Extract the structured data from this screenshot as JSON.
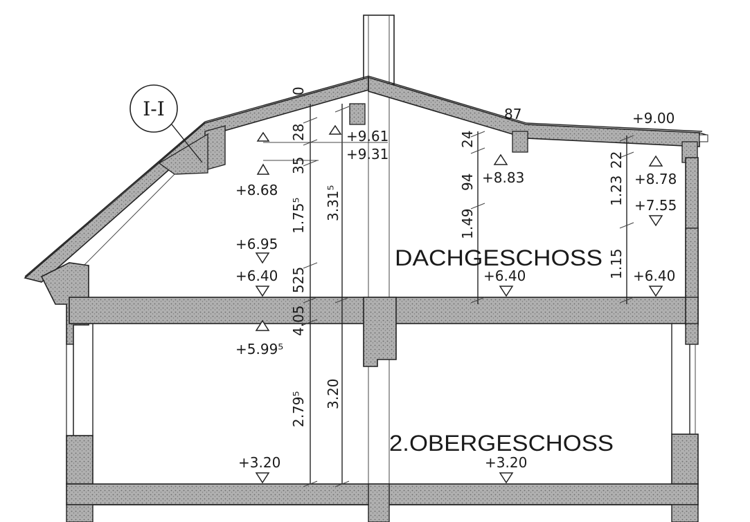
{
  "section": {
    "label": "I-I"
  },
  "rooms": {
    "attic": "DACHGESCHOSS",
    "second_floor": "2.OBERGESCHOSS"
  },
  "elevations": {
    "e900": "+9.00",
    "e961": "+9.61",
    "e931": "+9.31",
    "e883": "+8.83",
    "e878": "+8.78",
    "e868": "+8.68",
    "e755": "+7.55",
    "e695": "+6.95",
    "e640_left": "+6.40",
    "e640_mid": "+6.40",
    "e640_right": "+6.40",
    "e599": "+5.99⁵",
    "e320_left": "+3.20",
    "e320_mid": "+3.20"
  },
  "dimensions": {
    "d0": "0",
    "d28": "28",
    "d35": "35",
    "d1755": "1.75⁵",
    "d3315": "3.31⁵",
    "d525": "525",
    "d405": "4.05",
    "d2795": "2.79⁵",
    "d320": "3.20",
    "d24": "24",
    "d94": "94",
    "d149": "1.49",
    "d123": "1.23",
    "d22": "22",
    "d115": "1.15",
    "d87": "87"
  },
  "colors": {
    "hatch": "#9a9a9a",
    "line": "#222222",
    "text": "#1a1a1a"
  }
}
